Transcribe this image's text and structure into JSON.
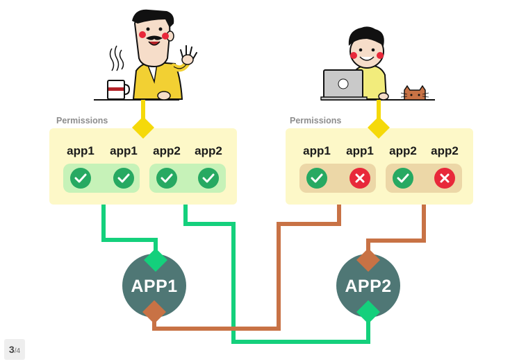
{
  "colors": {
    "panel": "#fdf8c8",
    "connector_yellow": "#f5d90a",
    "green_line": "#14d07c",
    "brown_line": "#c87245",
    "group_green": "#c6f2b8",
    "group_tan": "#ecd7a7",
    "check_green": "#27a962",
    "deny_red": "#e8283a",
    "node": "#4f7775"
  },
  "panels": [
    {
      "label": "Permissions",
      "perms": [
        {
          "app": "app1",
          "allowed": true
        },
        {
          "app": "app1",
          "allowed": true
        },
        {
          "app": "app2",
          "allowed": true
        },
        {
          "app": "app2",
          "allowed": true
        }
      ]
    },
    {
      "label": "Permissions",
      "perms": [
        {
          "app": "app1",
          "allowed": true
        },
        {
          "app": "app1",
          "allowed": false
        },
        {
          "app": "app2",
          "allowed": true
        },
        {
          "app": "app2",
          "allowed": false
        }
      ]
    }
  ],
  "nodes": [
    {
      "label": "APP1"
    },
    {
      "label": "APP2"
    }
  ],
  "pager": {
    "current": "3",
    "total": "/4"
  }
}
